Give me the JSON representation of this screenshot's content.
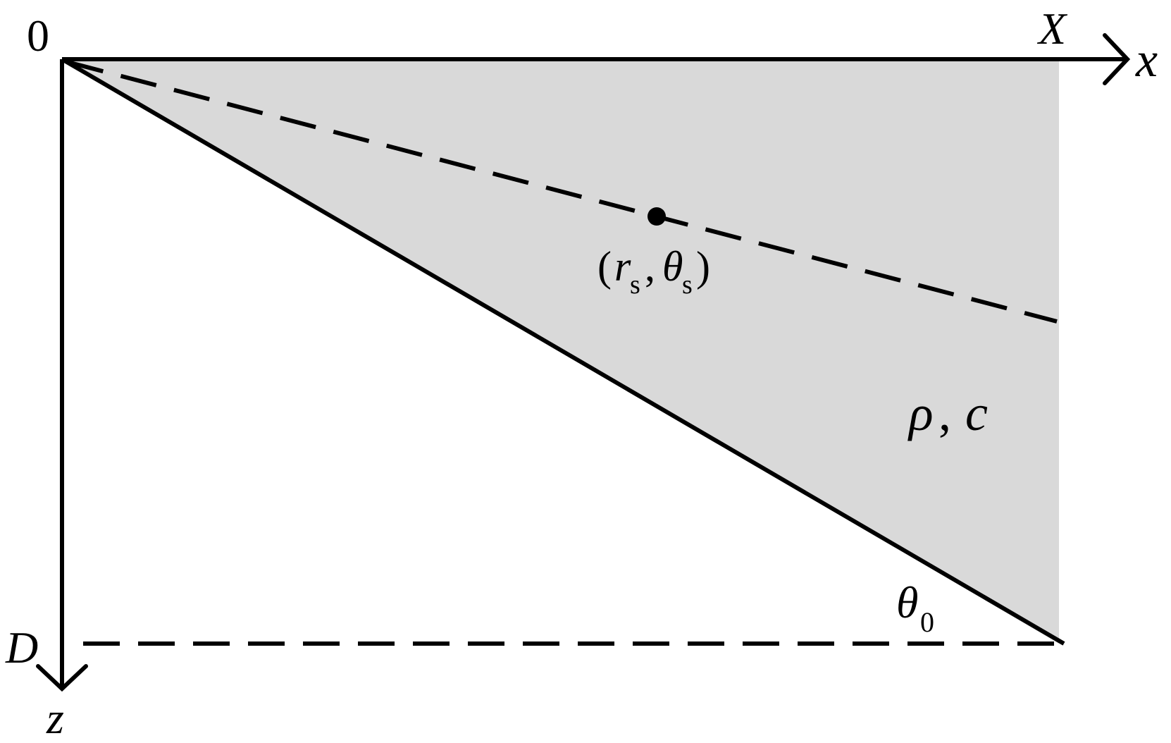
{
  "diagram": {
    "labels": {
      "origin": "0",
      "x_end_label": "X",
      "x_axis_label": "x",
      "depth_label": "D",
      "z_axis_label": "z",
      "source_open": "(",
      "source_r": "r",
      "source_r_sub": "s",
      "source_comma": ",",
      "source_theta": "θ",
      "source_theta_sub": "s",
      "source_close": ")",
      "medium_rho": "ρ",
      "medium_comma": ",",
      "medium_c": "c",
      "angle_theta": "θ",
      "angle_sub": "0"
    },
    "colors": {
      "wedge_fill": "#d9d9d9",
      "line": "#000000",
      "background": "#ffffff"
    }
  }
}
